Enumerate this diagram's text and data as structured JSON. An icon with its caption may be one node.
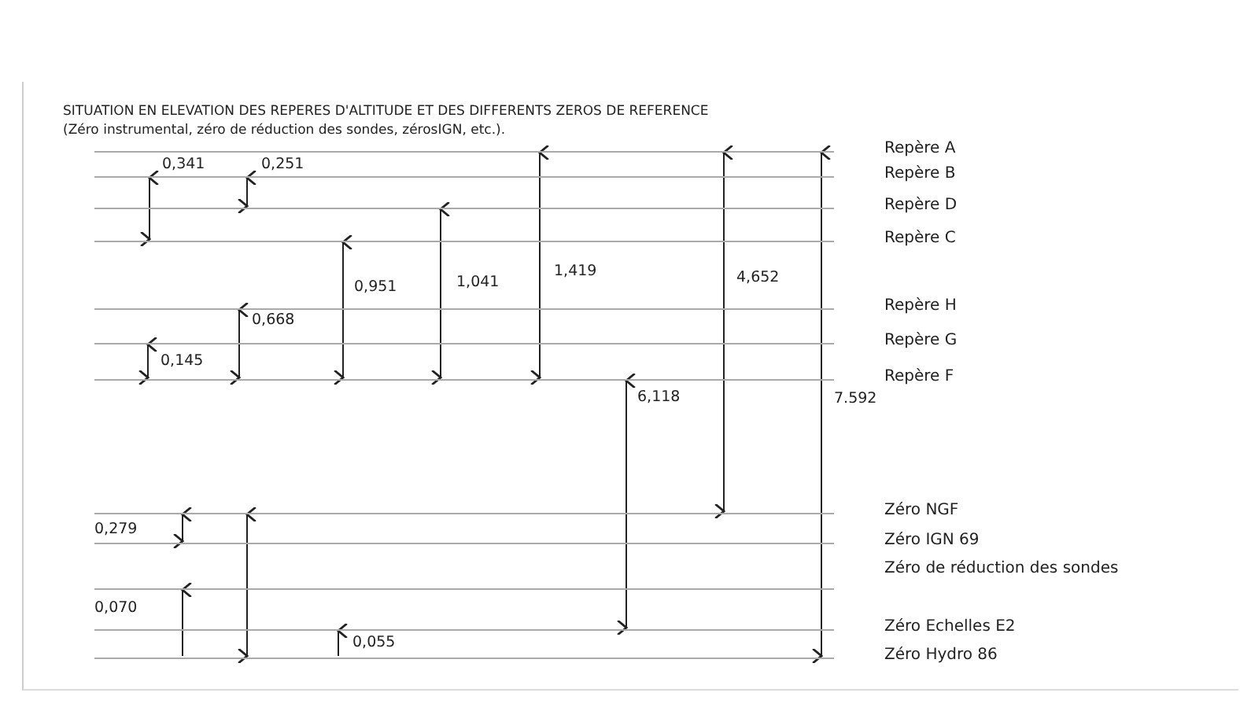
{
  "diagram": {
    "title": "SITUATION EN ELEVATION DES REPERES D'ALTITUDE ET DES DIFFERENTS ZEROS DE REFERENCE",
    "nodes": [
      {
        "text": [
          "Repère A"
        ]
      },
      {
        "text": [
          "Repère B"
        ]
      },
      {
        "text": [
          "Repère D"
        ]
      },
      {
        "text": [
          "Repère C"
        ]
      },
      {
        "text": [
          "Repère H"
        ]
      },
      {
        "text": [
          "Repère G"
        ]
      },
      {
        "text": [
          "Repère F"
        ]
      },
      {
        "text": [
          "Zéro NGF"
        ]
      },
      {
        "text": [
          "Zéro IGN 69"
        ]
      },
      {
        "text": [
          "Zéro de réduction des sondes"
        ]
      },
      {
        "text": [
          "Zéro Echelles E2"
        ]
      },
      {
        "text": [
          "Zéro Hydro 86"
        ]
      }
    ],
    "edges": [],
    "labels": [
      "(Zéro instrumental, zéro de réduction des sondes, zérosIGN, etc.).",
      "0,341",
      "0,251",
      "0,951",
      "1,041",
      "1,419",
      "4,652",
      "0,668",
      "0,145",
      "7.592",
      "6,118",
      "0,279",
      "0,070",
      "0,055"
    ]
  }
}
